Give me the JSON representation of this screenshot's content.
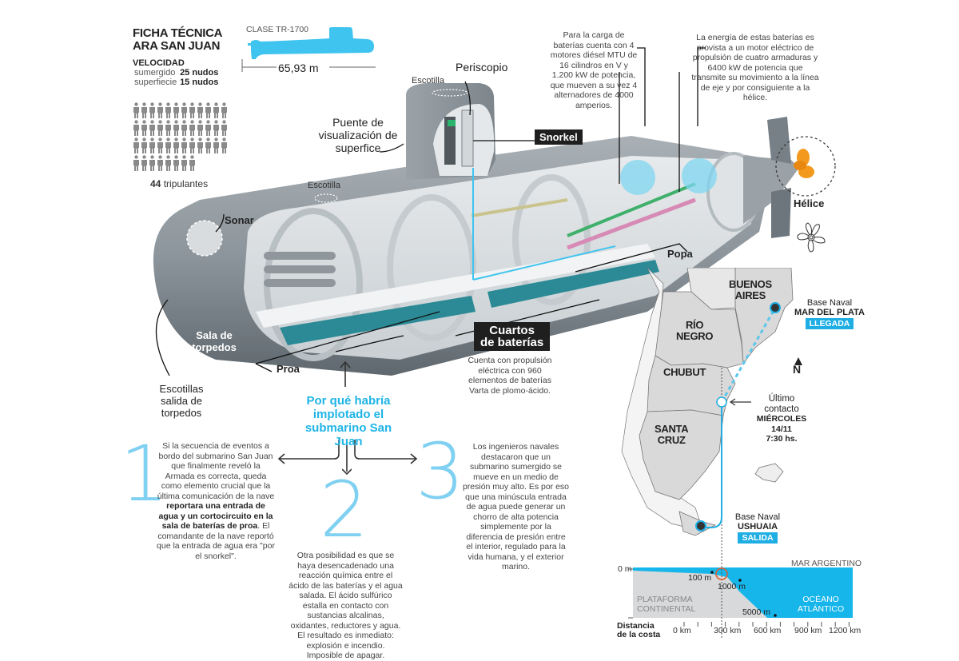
{
  "colors": {
    "accent_blue": "#1eb4e6",
    "light_blue_numbers": "#7fd0f1",
    "hull_gray": "#8e969c",
    "propeller_orange": "#f39a1e",
    "label_black": "#1f1f1f",
    "contact_circle_red": "#e05a2a"
  },
  "tech_sheet": {
    "title_line1": "FICHA TÉCNICA",
    "title_line2": "ARA SAN JUAN",
    "speed_heading": "VELOCIDAD",
    "speeds": [
      {
        "mode": "sumergido",
        "value": "25 nudos"
      },
      {
        "mode": "superfiecie",
        "value": "15 nudos"
      }
    ],
    "class_label": "CLASE TR-1700",
    "length": "65,93 m",
    "crew_count": "44",
    "crew_label": "tripulantes",
    "crew_icon": "person-icon",
    "crew_rows": [
      12,
      12,
      12,
      8
    ]
  },
  "submarine_labels": {
    "escotilla_top": "Escotilla",
    "periscopio": "Periscopio",
    "puente": "Puente de visualización de superfice",
    "snorkel": "Snorkel",
    "escotilla_hull": "Escotilla",
    "sonar": "Sonar",
    "sala_torpedos": "Sala de torpedos",
    "proa": "Proa",
    "popa": "Popa",
    "helice": "Hélice",
    "escotillas_salida": "Escotillas salida de torpedos",
    "cuartos_baterias_line1": "Cuartos",
    "cuartos_baterias_line2": "de baterías",
    "cuartos_baterias_desc": "Cuenta con propulsión eléctrica con 960 elementos de baterías Varta de plomo-ácido.",
    "diesel_note": "Para la carga de baterías cuenta con 4 motores diésel MTU de 16 cilindros en V y 1.200 kW de potencia, que mueven a su vez 4 alternadores de 4000 amperios.",
    "motor_note": "La energía de estas baterías es provista a un motor eléctrico de propulsión de cuatro armaduras y 6400 kW de potencia  que transmite su movimiento a la línea de eje y por consiguiente a la hélice."
  },
  "hypotheses": {
    "heading": "Por qué habría implotado el submarino San Juan",
    "items": [
      {
        "number": "1",
        "text_before": "Si la secuencia de eventos a bordo del submarino San Juan que finalmente reveló la Armada es correcta, queda como elemento crucial que la última comunicación de la nave ",
        "text_bold": "reportara una entrada de agua y un cortocircuito en la sala de baterías de proa",
        "text_after": ". El comandante de la nave reportó que la entrada de agua era \"por el snorkel\"."
      },
      {
        "number": "2",
        "text": "Otra posibilidad es que se haya desencadenado una reacción química entre el ácido de las baterías y el agua salada. El ácido sulfúrico estalla en contacto con sustancias alcalinas, oxidantes, reductores y agua. El resultado es inmediato: explosión e incendio. Imposible de apagar."
      },
      {
        "number": "3",
        "text": "Los ingenieros navales destacaron que un submarino sumergido se mueve en un medio de presión muy alto. Es por eso que una minúscula entrada de agua puede generar un chorro de alta potencia simplemente por la diferencia de presión entre el interior, regulado para la vida humana, y el exterior marino."
      }
    ]
  },
  "map": {
    "provinces": [
      "BUENOS AIRES",
      "RÍO NEGRO",
      "CHUBUT",
      "SANTA CRUZ"
    ],
    "buenos_aires_l1": "BUENOS",
    "buenos_aires_l2": "AIRES",
    "rio_negro_l1": "RÍO",
    "rio_negro_l2": "NEGRO",
    "chubut": "CHUBUT",
    "santa_cruz_l1": "SANTA",
    "santa_cruz_l2": "CRUZ",
    "north_label": "N",
    "destination": {
      "line1": "Base Naval",
      "line2": "MAR DEL PLATA",
      "tag": "LLEGADA"
    },
    "origin": {
      "line1": "Base Naval",
      "line2": "USHUAIA",
      "tag": "SALIDA"
    },
    "last_contact": {
      "line1": "Último",
      "line2": "contacto",
      "line3": "MIÉRCOLES 14/11",
      "line4": "7:30 hs."
    }
  },
  "profile": {
    "sea_label": "MAR ARGENTINO",
    "depth_zero": "0 m",
    "depth_markers": [
      "100 m",
      "1000 m",
      "5000 m"
    ],
    "shelf_l1": "PLATAFORMA",
    "shelf_l2": "CONTINENTAL",
    "ocean_l1": "OCÉANO",
    "ocean_l2": "ATLÁNTICO",
    "axis_label_l1": "Distancia",
    "axis_label_l2": "de la costa",
    "x_ticks": [
      "0 km",
      "300 km",
      "600 km",
      "900 km",
      "1200 km"
    ]
  }
}
